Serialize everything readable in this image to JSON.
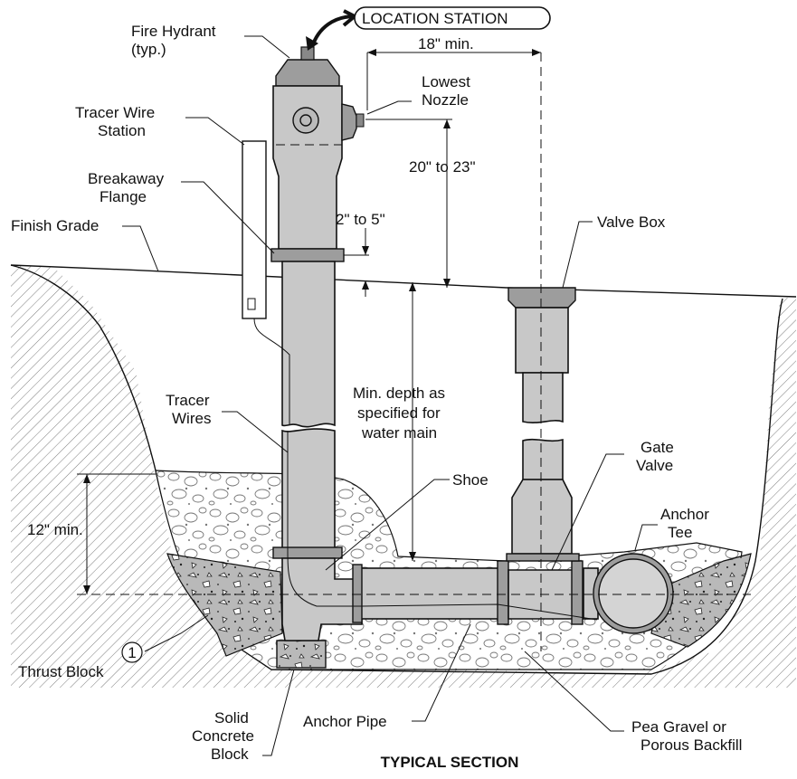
{
  "title": "TYPICAL SECTION",
  "callout": "LOCATION STATION",
  "labels": {
    "fire_hydrant_1": "Fire Hydrant",
    "fire_hydrant_2": "(typ.)",
    "tracer_station_1": "Tracer Wire",
    "tracer_station_2": "Station",
    "breakaway_1": "Breakaway",
    "breakaway_2": "Flange",
    "finish_grade": "Finish Grade",
    "lowest_nozzle_1": "Lowest",
    "lowest_nozzle_2": "Nozzle",
    "valve_box": "Valve Box",
    "tracer_wires_1": "Tracer",
    "tracer_wires_2": "Wires",
    "shoe": "Shoe",
    "gate_valve_1": "Gate",
    "gate_valve_2": "Valve",
    "anchor_tee_1": "Anchor",
    "anchor_tee_2": "Tee",
    "thrust_block": "Thrust Block",
    "thrust_block_ref": "1",
    "solid_block_1": "Solid",
    "solid_block_2": "Concrete",
    "solid_block_3": "Block",
    "anchor_pipe": "Anchor Pipe",
    "pea_gravel_1": "Pea Gravel or",
    "pea_gravel_2": "Porous Backfill"
  },
  "dimensions": {
    "nozzle_offset": "18\" min.",
    "nozzle_height": "20\" to 23\"",
    "flange_height": "2\" to 5\"",
    "min_depth_1": "Min. depth as",
    "min_depth_2": "specified for",
    "min_depth_3": "water main",
    "gravel_depth": "12\" min."
  }
}
